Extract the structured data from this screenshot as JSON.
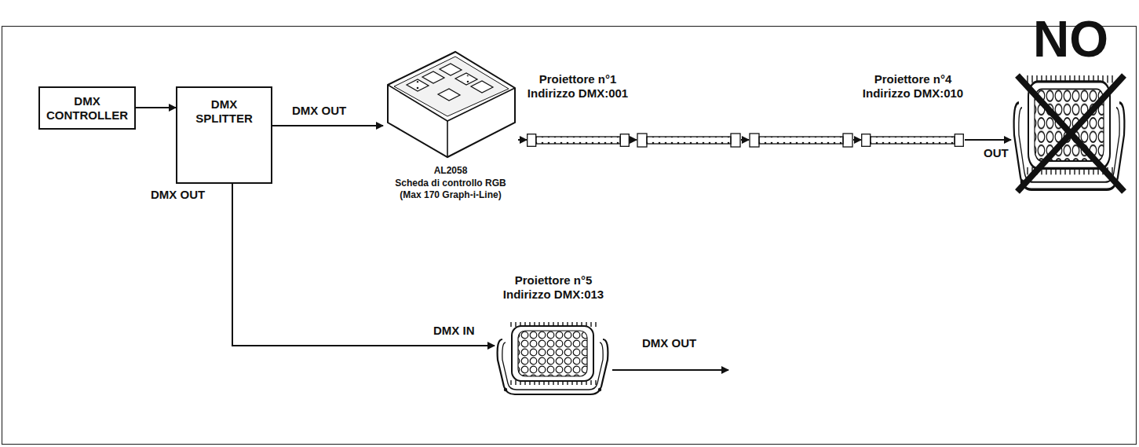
{
  "diagram": {
    "nodes": [
      {
        "text": [
          "DMX CONTROLLER"
        ]
      },
      {
        "text": [
          "DMX SPLITTER"
        ]
      },
      {
        "text": [
          "AL2058",
          "Scheda di controllo RGB (Max 170 Graph-i-Line)"
        ]
      },
      {
        "text": [
          "Proiettore n°1 Indirizzo DMX:001"
        ]
      },
      {
        "text": [
          "Proiettore n°4 Indirizzo DMX:010"
        ]
      },
      {
        "text": [
          "NO"
        ]
      },
      {
        "text": [
          "Proiettore n°5 Indirizzo DMX:013"
        ]
      }
    ],
    "edges": [
      {
        "from": 0,
        "to": 1,
        "arrow": "to"
      },
      {
        "from": 1,
        "to": 2,
        "label": "DMX OUT",
        "arrow": "to"
      },
      {
        "from": 2,
        "to": 3,
        "arrow": "to"
      },
      {
        "from": 4,
        "to": 5,
        "label": "OUT",
        "arrow": "to"
      },
      {
        "from": 1,
        "to": 6,
        "label": "DMX OUT",
        "arrow": "to"
      }
    ],
    "labels": [
      "DMX IN",
      "DMX OUT"
    ]
  }
}
